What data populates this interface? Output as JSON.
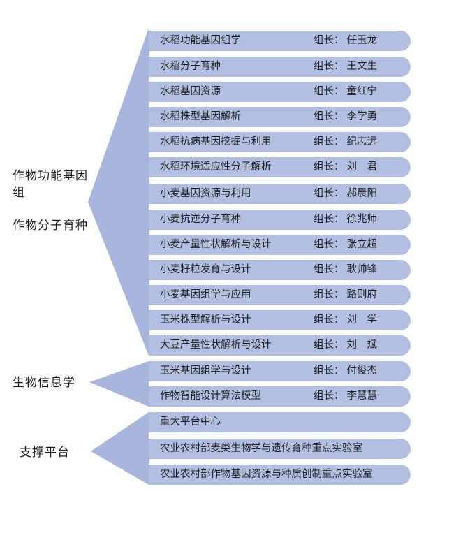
{
  "colors": {
    "bar": "#b2bfe2",
    "fan": "#a8b6de",
    "text": "#1a1a1a"
  },
  "groups": [
    {
      "labels": [
        "作物功能基因组",
        "作物分子育种"
      ],
      "items": [
        {
          "name": "水稻功能基因组学",
          "leader_key": "组长：",
          "leader": "任玉龙"
        },
        {
          "name": "水稻分子育种",
          "leader_key": "组长：",
          "leader": "王文生"
        },
        {
          "name": "水稻基因资源",
          "leader_key": "组长：",
          "leader": "童红宁"
        },
        {
          "name": "水稻株型基因解析",
          "leader_key": "组长：",
          "leader": "李学勇"
        },
        {
          "name": "水稻抗病基因挖掘与利用",
          "leader_key": "组长：",
          "leader": "纪志远"
        },
        {
          "name": "水稻环境适应性分子解析",
          "leader_key": "组长：",
          "leader": "刘　君"
        },
        {
          "name": "小麦基因资源与利用",
          "leader_key": "组长：",
          "leader": "郝晨阳"
        },
        {
          "name": "小麦抗逆分子育种",
          "leader_key": "组长：",
          "leader": "徐兆师"
        },
        {
          "name": "小麦产量性状解析与设计",
          "leader_key": "组长：",
          "leader": "张立超"
        },
        {
          "name": "小麦籽粒发育与设计",
          "leader_key": "组长：",
          "leader": "耿帅锋"
        },
        {
          "name": "小麦基因组学与应用",
          "leader_key": "组长：",
          "leader": "路则府"
        },
        {
          "name": "玉米株型解析与设计",
          "leader_key": "组长：",
          "leader": "刘　学"
        },
        {
          "name": "大豆产量性状解析与设计",
          "leader_key": "组长：",
          "leader": "刘　斌"
        }
      ]
    },
    {
      "labels": [
        "生物信息学"
      ],
      "items": [
        {
          "name": "玉米基因组学与设计",
          "leader_key": "组长：",
          "leader": "付俊杰"
        },
        {
          "name": "作物智能设计算法模型",
          "leader_key": "组长：",
          "leader": "李慧慧"
        }
      ]
    },
    {
      "labels": [
        "支撑平台"
      ],
      "items": [
        {
          "name": "重大平台中心"
        },
        {
          "name": "农业农村部麦类生物学与遗传育种重点实验室"
        },
        {
          "name": "农业农村部作物基因资源与种质创制重点实验室"
        }
      ]
    }
  ]
}
